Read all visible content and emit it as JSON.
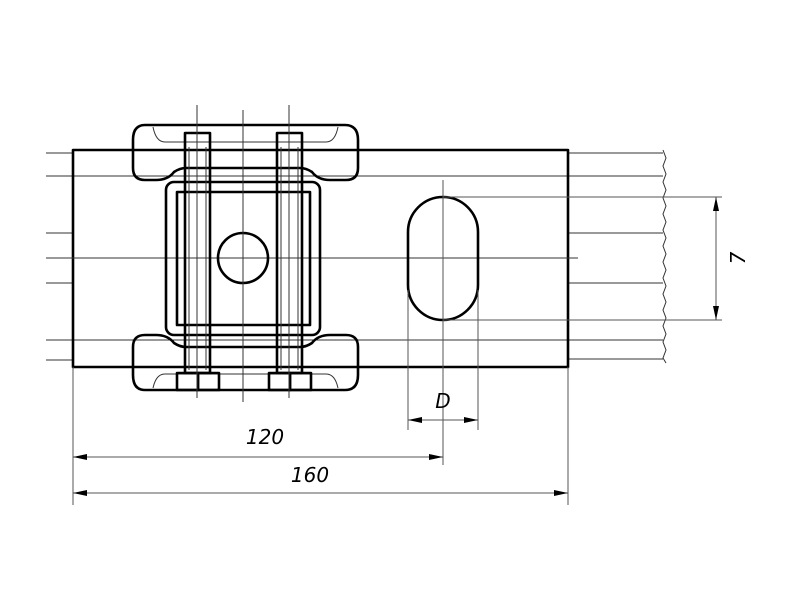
{
  "drawing": {
    "dimensions": {
      "overall_length": "160",
      "slot_position": "120",
      "slot_width": "D",
      "slot_height": "7"
    }
  }
}
